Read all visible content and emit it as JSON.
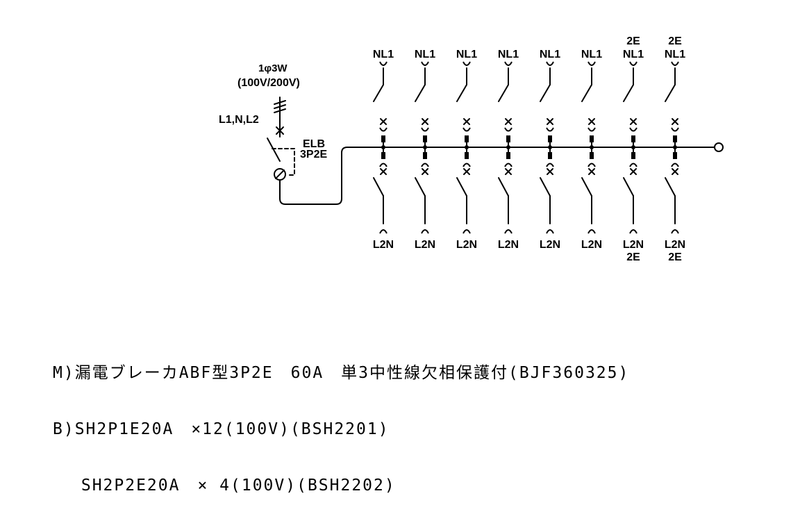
{
  "supply": {
    "phase_label": "1φ3W",
    "voltage_label": "(100V/200V)",
    "conductors_label": "L1,N,L2"
  },
  "main_breaker": {
    "label": "ELB",
    "poles_label": "3P2E"
  },
  "branch_circuits": [
    {
      "top_label": "NL1",
      "top_note": "",
      "bottom_label": "L2N",
      "bottom_note": ""
    },
    {
      "top_label": "NL1",
      "top_note": "",
      "bottom_label": "L2N",
      "bottom_note": ""
    },
    {
      "top_label": "NL1",
      "top_note": "",
      "bottom_label": "L2N",
      "bottom_note": ""
    },
    {
      "top_label": "NL1",
      "top_note": "",
      "bottom_label": "L2N",
      "bottom_note": ""
    },
    {
      "top_label": "NL1",
      "top_note": "",
      "bottom_label": "L2N",
      "bottom_note": ""
    },
    {
      "top_label": "NL1",
      "top_note": "",
      "bottom_label": "L2N",
      "bottom_note": ""
    },
    {
      "top_label": "NL1",
      "top_note": "2E",
      "bottom_label": "L2N",
      "bottom_note": "2E"
    },
    {
      "top_label": "NL1",
      "top_note": "2E",
      "bottom_label": "L2N",
      "bottom_note": "2E"
    }
  ],
  "notes": [
    "M)漏電ブレーカABF型3P2E　60A　単3中性線欠相保護付(BJF360325)",
    "B)SH2P1E20A　×12(100V)(BSH2201)",
    "　 SH2P2E20A　× 4(100V)(BSH2202)"
  ]
}
